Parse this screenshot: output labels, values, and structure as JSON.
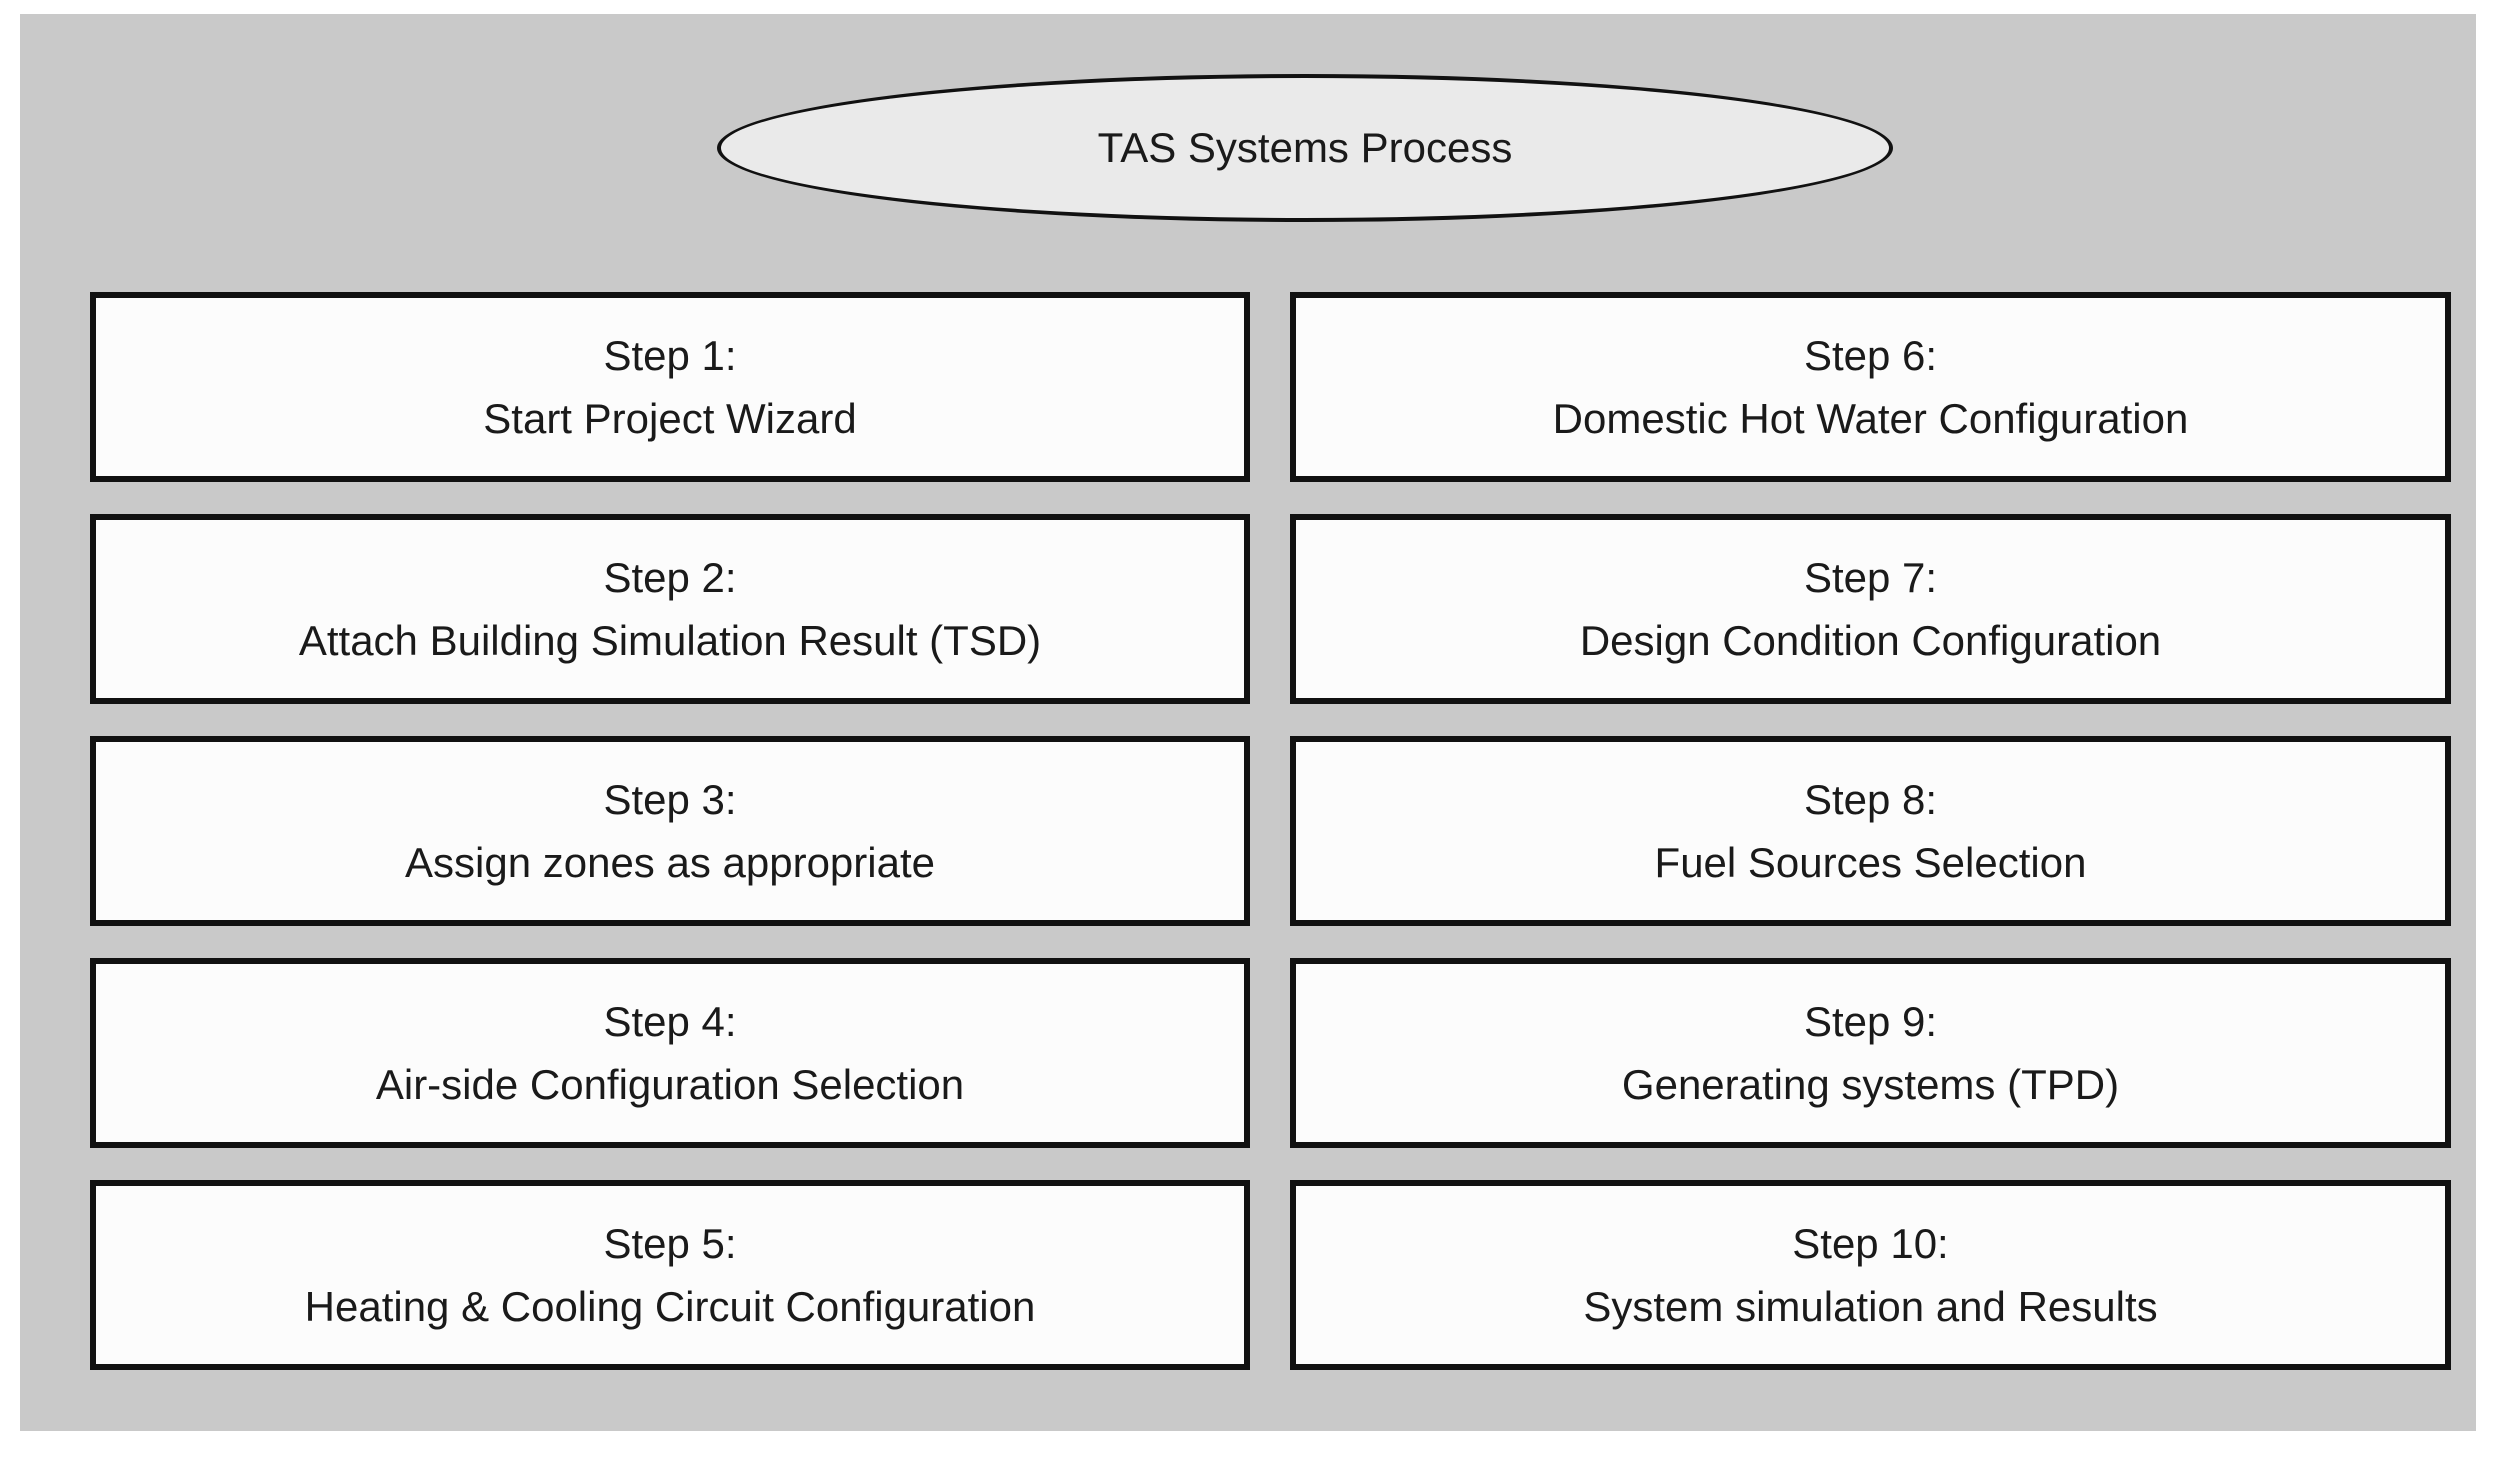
{
  "diagram": {
    "title": "TAS Systems Process",
    "colors": {
      "page_bg": "#ffffff",
      "canvas_bg": "#c9c9c9",
      "ellipse_fill": "#eaeaea",
      "box_fill": "#fcfcfc",
      "border": "#111111",
      "text": "#1a1a1a"
    },
    "steps": [
      {
        "title": "Step 1:",
        "label": "Start Project Wizard"
      },
      {
        "title": "Step 2:",
        "label": "Attach Building Simulation Result (TSD)"
      },
      {
        "title": "Step 3:",
        "label": "Assign zones as appropriate"
      },
      {
        "title": "Step 4:",
        "label": "Air-side Configuration Selection"
      },
      {
        "title": "Step 5:",
        "label": "Heating & Cooling Circuit Configuration"
      },
      {
        "title": "Step 6:",
        "label": "Domestic Hot Water Configuration"
      },
      {
        "title": "Step 7:",
        "label": "Design Condition Configuration"
      },
      {
        "title": "Step 8:",
        "label": "Fuel Sources Selection"
      },
      {
        "title": "Step 9:",
        "label": "Generating systems (TPD)"
      },
      {
        "title": "Step 10:",
        "label": "System simulation and Results"
      }
    ]
  }
}
